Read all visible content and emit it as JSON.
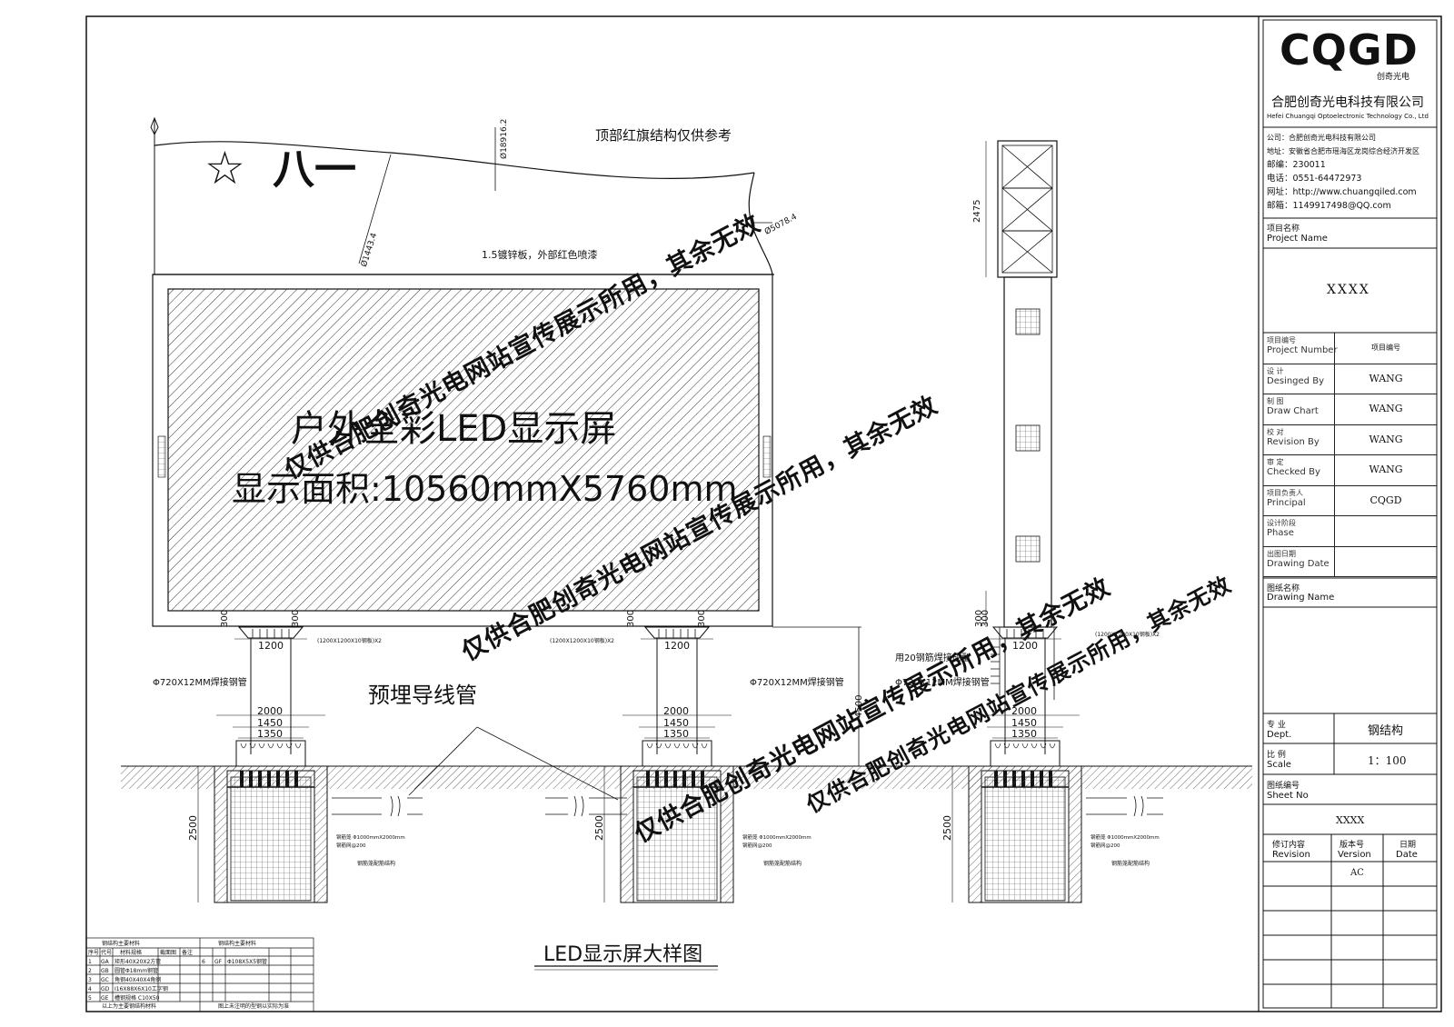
{
  "title_block": {
    "logo": "CQGD",
    "logo_sub": "创奇光电",
    "company_cn": "合肥创奇光电科技有限公司",
    "company_en": "Hefei Chuangqi Optoelectronic Technology Co., Ltd",
    "info": [
      "公司：合肥创奇光电科技有限公司",
      "地址：安徽省合肥市瑶海区龙岗综合经济开发区",
      "邮编：230011",
      "电话：0551-64472973",
      "网址：http://www.chuangqiled.com",
      "邮箱：1149917498@QQ.com"
    ],
    "project_name_label_cn": "项目名称",
    "project_name_label_en": "Project Name",
    "project_name_value": "XXXX",
    "rows": [
      {
        "cn": "项目编号",
        "en": "Project Number",
        "value": "项目编号"
      },
      {
        "cn": "设 计",
        "en": "Desinged By",
        "value": "WANG"
      },
      {
        "cn": "制 图",
        "en": "Draw Chart",
        "value": "WANG"
      },
      {
        "cn": "校 对",
        "en": "Revision By",
        "value": "WANG"
      },
      {
        "cn": "审 定",
        "en": "Checked By",
        "value": "WANG"
      },
      {
        "cn": "项目负责人",
        "en": "Principal",
        "value": "CQGD"
      },
      {
        "cn": "设计阶段",
        "en": "Phase",
        "value": ""
      },
      {
        "cn": "出图日期",
        "en": "Drawing Date",
        "value": ""
      }
    ],
    "drawing_name_cn": "图纸名称",
    "drawing_name_en": "Drawing Name",
    "dept_cn": "专 业",
    "dept_en": "Dept.",
    "dept_value": "钢结构",
    "scale_cn": "比 例",
    "scale_en": "Scale",
    "scale_value": "1：100",
    "sheet_cn": "图纸编号",
    "sheet_en": "Sheet No",
    "sheet_value": "XXXX",
    "revision_headers": [
      {
        "cn": "修订内容",
        "en": "Revision"
      },
      {
        "cn": "版本号",
        "en": "Version"
      },
      {
        "cn": "日期",
        "en": "Date"
      }
    ],
    "version_value": "AC"
  },
  "drawing": {
    "flag_note": "顶部红旗结构仅供参考",
    "flag_text": "八一",
    "flag_star": "☆",
    "radius_1": "Ø18916.2",
    "radius_2": "Ø1443.4",
    "radius_3": "Ø5078.4",
    "plate_note": "1.5镀锌板，外部红色喷漆",
    "screen_title": "户外全彩LED显示屏",
    "screen_area": "显示面积:10560mmX5760mm",
    "dim_300": "300",
    "dim_1200": "1200",
    "pipe_label": "Φ720X12MM焊接钢管",
    "pipe_label_short": "Φ720X12MM焊接钢管",
    "embedded_conduit": "预埋导线管",
    "dim_2000": "2000",
    "dim_1450": "1450",
    "dim_1350": "1350",
    "dim_2500": "2500",
    "dim_4500": "4500",
    "dim_2475": "2475",
    "rebar_note": "用20钢筋焊接成型",
    "plate_small_label": "(1200X1200X10钢板)X2",
    "rebar_cage_note_1": "钢筋笼 Φ1000mmX2000mm",
    "rebar_cage_note_2": "钢筋网@200",
    "rebar_caption": "钢筋笼配筋结构",
    "caption": "LED显示屏大样图"
  },
  "legend": {
    "left_title": "钢结构主要材料",
    "right_title": "钢结构主要材料",
    "headers": [
      "序号",
      "代号",
      "材料规格",
      "截面图",
      "备注"
    ],
    "rows": [
      {
        "no": "1",
        "code": "GA",
        "spec": "矩形40X20X2方管"
      },
      {
        "no": "2",
        "code": "GB",
        "spec": "圆管Φ18mm钢管"
      },
      {
        "no": "3",
        "code": "GC",
        "spec": "角钢40X40X4角钢"
      },
      {
        "no": "4",
        "code": "GD",
        "spec": "I16X88X6X10工字钢"
      },
      {
        "no": "5",
        "code": "GE",
        "spec": "槽钢规格 C10X50"
      }
    ],
    "right_row": {
      "no": "6",
      "code": "GF",
      "spec": "Φ108X5X5钢管"
    },
    "footer_left": "以上为主要钢结构材料",
    "footer_right": "图上未注明的型钢以实际为准"
  },
  "watermark": [
    "仅供合肥创奇光电网站宣传展示所用，其余无效",
    "仅供合肥创奇光电网站宣传展示所用，其余无效",
    "仅供合肥创奇光电网站宣传展示所用，其余无效",
    "仅供合肥创奇光电网站宣传展示所用，其余无效"
  ]
}
